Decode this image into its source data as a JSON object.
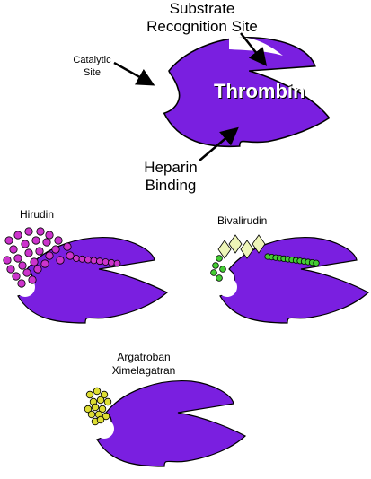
{
  "labels": {
    "substrate_site": "Substrate\nRecognition Site",
    "catalytic_site": "Catalytic\nSite",
    "enzyme_name": "Thrombin",
    "heparin_binding": "Heparin\nBinding",
    "hirudin": "Hirudin",
    "bivalirudin": "Bivalirudin",
    "small_molecule": "Argatroban\nXimelagatran"
  },
  "colors": {
    "thrombin": "#7a1fe0",
    "hirudin_beads": "#cc33cc",
    "bivalirudin_beads": "#44cc33",
    "bivalirudin_diamonds": "#eef5b8",
    "small_molecule_beads": "#dddd33",
    "outline": "#000000"
  },
  "icons": {
    "arrow": "black-arrow-icon",
    "enzyme": "thrombin-pacman-shape"
  }
}
